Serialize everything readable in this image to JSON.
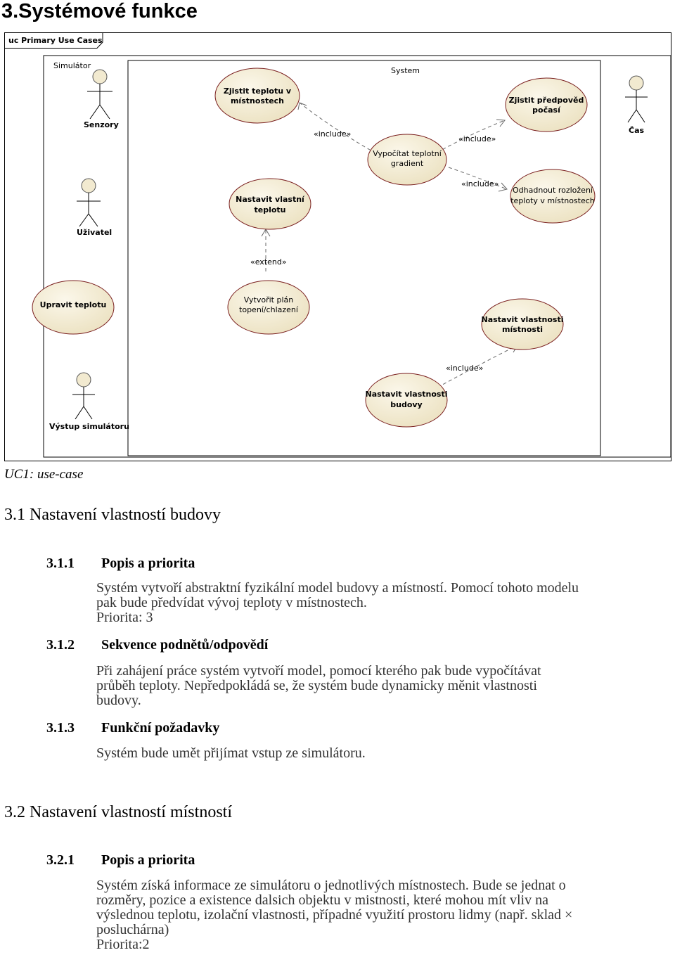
{
  "heading": "3.Systémové funkce",
  "diagram": {
    "frame_label": "uc Primary Use Cases",
    "boundary_simulator": "Simulátor",
    "boundary_system": "System",
    "actors": {
      "senzory": "Senzory",
      "cas": "Čas",
      "uzivatel": "Uživatel",
      "vystup": "Výstup simulátoru"
    },
    "use_cases": {
      "zjistit_teplotu": [
        "Zjistit teplotu v",
        "místnostech"
      ],
      "zjistit_predpoved": [
        "Zjistit předpověd",
        "počasí"
      ],
      "vypocitat_gradient": [
        "Vypočítat teplotní",
        "gradient"
      ],
      "nastavit_teplotu": [
        "Nastavit vlastní",
        "teplotu"
      ],
      "odhadnout": [
        "Odhadnout rozložení",
        "teploty v místnostech"
      ],
      "upravit_teplotu": [
        "Upravit teplotu"
      ],
      "vytvorit_plan": [
        "Vytvořit plán",
        "topení/chlazení"
      ],
      "nastavit_mistnosti": [
        "Nastavit vlastnosti",
        "místnosti"
      ],
      "nastavit_budovy": [
        "Nastavit vlastnosti",
        "budovy"
      ]
    },
    "stereotypes": {
      "include_1": "«include»",
      "include_2": "«include»",
      "include_3": "«include»",
      "extend": "«extend»",
      "include_4": "«include»"
    }
  },
  "caption": "UC1:  use-case",
  "sections": [
    {
      "title": "3.1 Nastavení vlastností budovy",
      "subsections": [
        {
          "num": "3.1.1",
          "title": "Popis a priorita",
          "lines": [
            "Systém vytvoří abstraktní fyzikální model budovy a místností. Pomocí tohoto modelu",
            "pak bude předvídat vývoj teploty v místnostech.",
            "Priorita: 3"
          ]
        },
        {
          "num": "3.1.2",
          "title": "Sekvence podnětů/odpovědí",
          "lines": [
            "Při zahájení práce systém vytvoří model, pomocí kterého pak bude vypočítávat",
            "průběh teploty. Nepředpokládá se, že systém bude dynamicky měnit vlastnosti",
            "budovy."
          ]
        },
        {
          "num": "3.1.3",
          "title": "Funkční požadavky",
          "lines": [
            "Systém bude umět přijímat vstup ze simulátoru."
          ]
        }
      ]
    },
    {
      "title": "3.2 Nastavení vlastností místností",
      "subsections": [
        {
          "num": "3.2.1",
          "title": "Popis a priorita",
          "lines": [
            "Systém získá informace ze simulátoru o jednotlivých místnostech. Bude se jednat o",
            "rozměry, pozice a existence dalsich objektu v mistnosti, které mohou mít vliv na",
            "výslednou teplotu, izolační vlastnosti, případné využití prostoru lidmy (např. sklad ×",
            "posluchárna)",
            "Priorita:2"
          ]
        }
      ]
    }
  ],
  "colors": {
    "usecase_fill": "#f2ead0",
    "usecase_stroke": "#7a1f1f",
    "actor_head": "#f2ead0",
    "frame_stroke": "#000000",
    "text_gray": "#333333"
  }
}
